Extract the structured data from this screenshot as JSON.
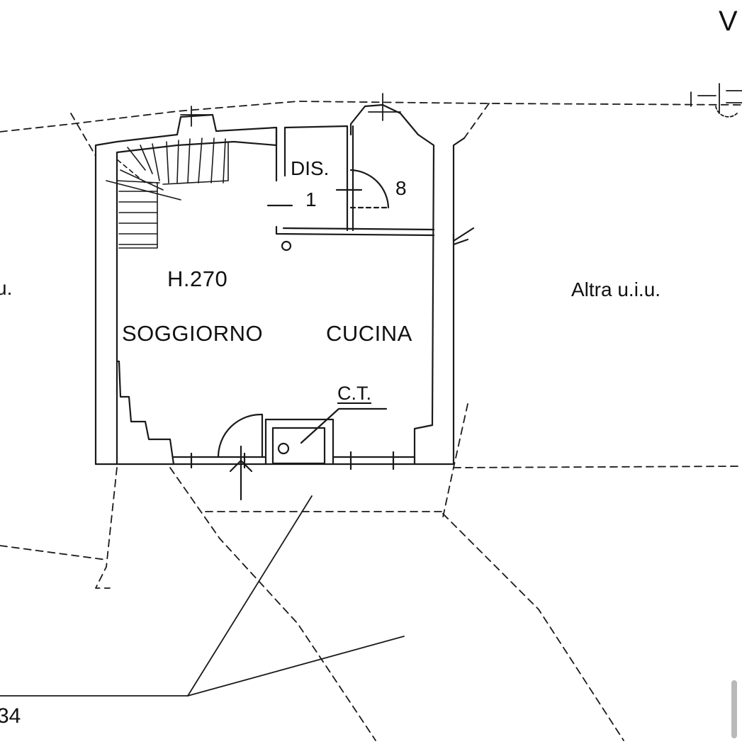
{
  "labels": {
    "top_right_edge": "V",
    "left_edge": "u.",
    "bottom_left_edge": "34",
    "dis": "DIS.",
    "dis_num": "1",
    "bagno_num": "8",
    "height": "H.270",
    "soggiorno": "SOGGIORNO",
    "cucina": "CUCINA",
    "ct": "C.T.",
    "altra": "Altra u.i.u."
  }
}
